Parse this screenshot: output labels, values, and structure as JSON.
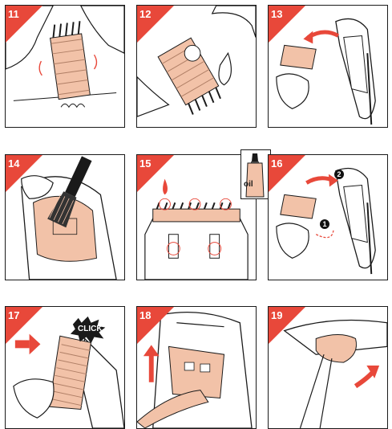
{
  "colors": {
    "accent": "#e8483a",
    "skin": "#f2c2a8",
    "stroke": "#1a1a1a"
  },
  "panels": [
    {
      "step": "11",
      "icon": "clean-comb-icon"
    },
    {
      "step": "12",
      "icon": "remove-comb-icon"
    },
    {
      "step": "13",
      "icon": "remove-blade-icon"
    },
    {
      "step": "14",
      "icon": "brush-clean-icon"
    },
    {
      "step": "15",
      "icon": "oil-blade-icon"
    },
    {
      "step": "16",
      "icon": "reinsert-blade-icon"
    },
    {
      "step": "17",
      "icon": "attach-comb-icon"
    },
    {
      "step": "18",
      "icon": "lift-blade-icon"
    },
    {
      "step": "19",
      "icon": "close-cover-icon"
    }
  ],
  "oil_label": "oil",
  "click_label": "CLICK",
  "markers": [
    "1",
    "2"
  ]
}
